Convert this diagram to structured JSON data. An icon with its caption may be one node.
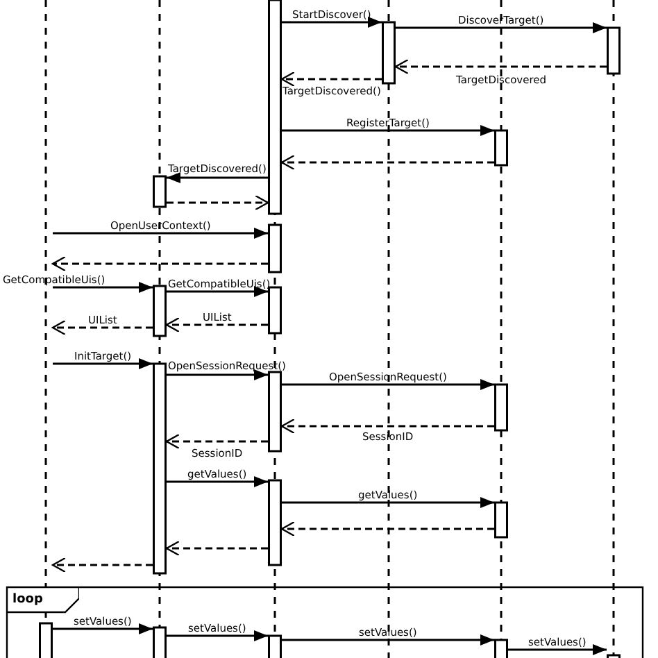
{
  "diagram": {
    "nodes": [
      {
        "text": [],
        "shape": "line"
      },
      {
        "text": [],
        "shape": "line"
      },
      {
        "text": [],
        "shape": "line"
      },
      {
        "text": [],
        "shape": "line"
      },
      {
        "text": [],
        "shape": "line"
      },
      {
        "text": [],
        "shape": "line"
      },
      {
        "text": [
          "loop"
        ]
      }
    ],
    "edges": [
      {
        "from": 2,
        "to": 3,
        "arrow": "to",
        "label": "StartDiscover()"
      },
      {
        "from": 3,
        "to": 5,
        "arrow": "to",
        "label": "DiscoverTarget()"
      },
      {
        "from": 5,
        "to": 3,
        "arrow": "to",
        "style": "dashed",
        "label": "TargetDiscovered"
      },
      {
        "from": 3,
        "to": 2,
        "arrow": "to",
        "style": "dashed",
        "label": "TargetDiscovered()"
      },
      {
        "from": 2,
        "to": 4,
        "arrow": "to",
        "label": "RegisterTarget()"
      },
      {
        "from": 4,
        "to": 2,
        "arrow": "to",
        "style": "dashed"
      },
      {
        "from": 2,
        "to": 1,
        "arrow": "to",
        "label": "TargetDiscovered()"
      },
      {
        "from": 1,
        "to": 2,
        "arrow": "to",
        "style": "dashed"
      },
      {
        "from": 0,
        "to": 2,
        "arrow": "to",
        "label": "OpenUserContext()"
      },
      {
        "from": 2,
        "to": 0,
        "arrow": "to",
        "style": "dashed"
      },
      {
        "from": 0,
        "to": 1,
        "arrow": "to",
        "label": "GetCompatibleUis()"
      },
      {
        "from": 1,
        "to": 2,
        "arrow": "to",
        "label": "GetCompatibleUis()"
      },
      {
        "from": 2,
        "to": 1,
        "arrow": "to",
        "style": "dashed",
        "label": "UIList"
      },
      {
        "from": 1,
        "to": 0,
        "arrow": "to",
        "style": "dashed",
        "label": "UIList"
      },
      {
        "from": 0,
        "to": 1,
        "arrow": "to",
        "label": "InitTarget()"
      },
      {
        "from": 1,
        "to": 2,
        "arrow": "to",
        "label": "OpenSessionRequest()"
      },
      {
        "from": 2,
        "to": 4,
        "arrow": "to",
        "label": "OpenSessionRequest()"
      },
      {
        "from": 4,
        "to": 2,
        "arrow": "to",
        "style": "dashed",
        "label": "SessionID"
      },
      {
        "from": 2,
        "to": 1,
        "arrow": "to",
        "style": "dashed",
        "label": "SessionID"
      },
      {
        "from": 1,
        "to": 2,
        "arrow": "to",
        "label": "getValues()"
      },
      {
        "from": 2,
        "to": 4,
        "arrow": "to",
        "label": "getValues()"
      },
      {
        "from": 4,
        "to": 2,
        "arrow": "to",
        "style": "dashed"
      },
      {
        "from": 2,
        "to": 1,
        "arrow": "to",
        "style": "dashed"
      },
      {
        "from": 1,
        "to": 0,
        "arrow": "to",
        "style": "dashed"
      },
      {
        "from": 0,
        "to": 1,
        "arrow": "to",
        "label": "setValues()"
      },
      {
        "from": 1,
        "to": 2,
        "arrow": "to",
        "label": "setValues()"
      },
      {
        "from": 2,
        "to": 4,
        "arrow": "to",
        "label": "setValues()"
      },
      {
        "from": 4,
        "to": 5,
        "arrow": "to",
        "label": "setValues()"
      }
    ]
  }
}
